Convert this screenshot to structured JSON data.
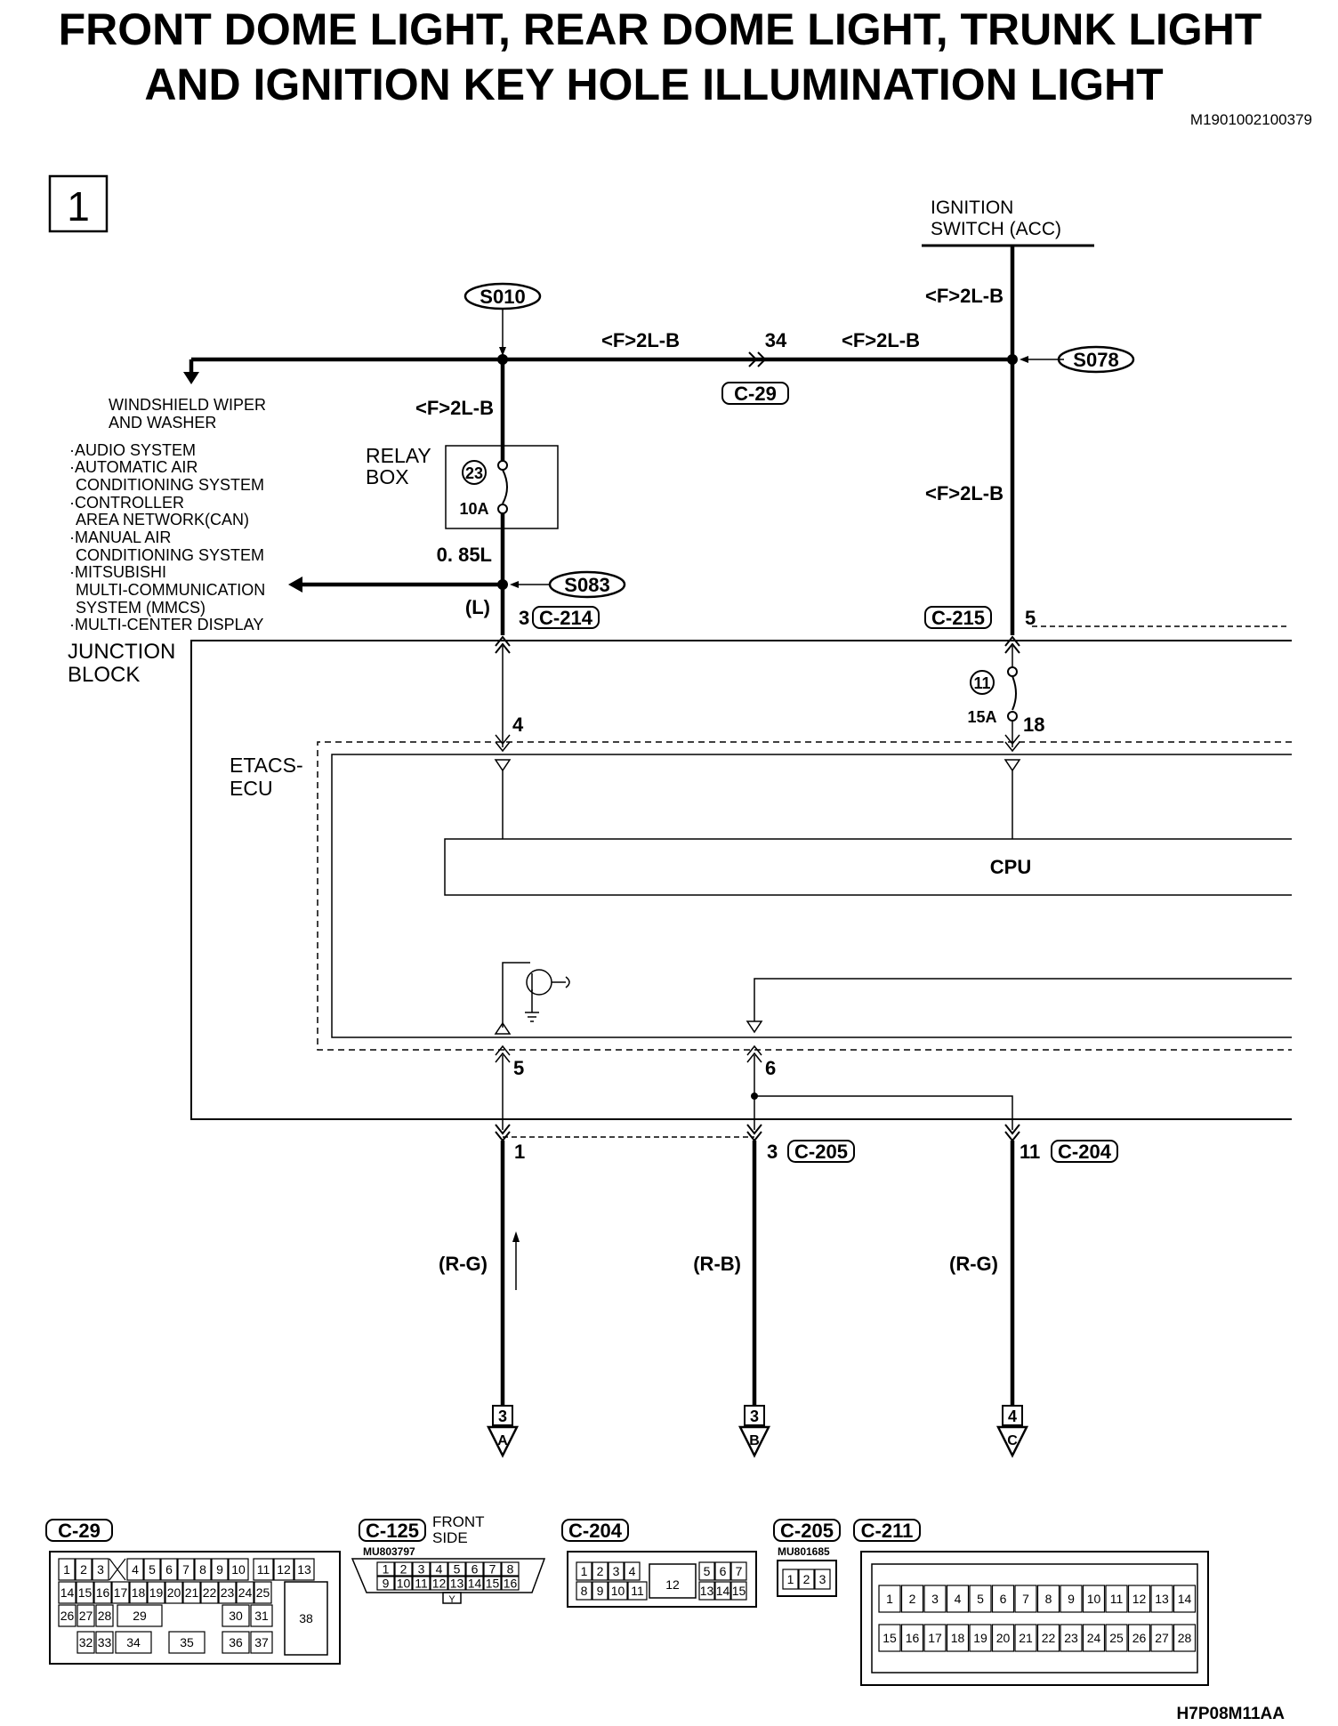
{
  "title": {
    "line1": "FRONT DOME LIGHT, REAR DOME LIGHT, TRUNK LIGHT",
    "line2": "AND IGNITION KEY HOLE ILLUMINATION LIGHT",
    "code": "M1901002100379"
  },
  "page_number": "1",
  "ignition_switch": {
    "line1": "IGNITION",
    "line2": "SWITCH (ACC)"
  },
  "wire_codes": {
    "f2lb": "<F>2L-B",
    "085l": "0. 85L",
    "l": "(L)",
    "rg": "(R-G)",
    "rb": "(R-B)"
  },
  "splices": {
    "s010": "S010",
    "s078": "S078",
    "s083": "S083"
  },
  "connectors": {
    "c29": "C-29",
    "c214": "C-214",
    "c215": "C-215",
    "c205": "C-205",
    "c204": "C-204",
    "c125": "C-125",
    "c211": "C-211"
  },
  "pins": {
    "p34": "34",
    "p3": "3",
    "p5": "5",
    "p4": "4",
    "p18": "18",
    "p6": "6",
    "p1": "1",
    "p11": "11"
  },
  "relay_box": {
    "line1": "RELAY",
    "line2": "BOX",
    "fuse_no": "23",
    "fuse_amp": "10A"
  },
  "junction_fuse": {
    "fuse_no": "11",
    "fuse_amp": "15A"
  },
  "left_labels": {
    "wiper1": "WINDSHIELD WIPER",
    "wiper2": "AND WASHER",
    "systems": [
      "·AUDIO SYSTEM",
      "·AUTOMATIC AIR",
      "CONDITIONING SYSTEM",
      "·CONTROLLER",
      "AREA NETWORK(CAN)",
      "·MANUAL AIR",
      "CONDITIONING SYSTEM",
      "·MITSUBISHI",
      "MULTI-COMMUNICATION",
      "SYSTEM (MMCS)",
      "·MULTI-CENTER DISPLAY"
    ]
  },
  "junction_block": {
    "line1": "JUNCTION",
    "line2": "BLOCK"
  },
  "etacs": {
    "line1": "ETACS-",
    "line2": "ECU"
  },
  "cpu": "CPU",
  "outputs": [
    {
      "page": "3",
      "letter": "A"
    },
    {
      "page": "3",
      "letter": "B"
    },
    {
      "page": "4",
      "letter": "C"
    }
  ],
  "connector_views": {
    "c125_note1": "FRONT",
    "c125_note2": "SIDE",
    "c125_part": "MU803797",
    "c125_y": "Y",
    "c205_part": "MU801685",
    "c29_rows": [
      [
        "1",
        "2",
        "3",
        "4",
        "5",
        "6",
        "7",
        "8",
        "9",
        "10",
        "11",
        "12",
        "13"
      ],
      [
        "14",
        "15",
        "16",
        "17",
        "18",
        "19",
        "20",
        "21",
        "22",
        "23",
        "24",
        "25"
      ],
      [
        "26",
        "27",
        "28",
        "29",
        "30",
        "31"
      ],
      [
        "32",
        "33",
        "34",
        "35",
        "36",
        "37"
      ]
    ],
    "c29_big": "38",
    "c125_rows": [
      [
        "1",
        "2",
        "3",
        "4",
        "5",
        "6",
        "7",
        "8"
      ],
      [
        "9",
        "10",
        "11",
        "12",
        "13",
        "14",
        "15",
        "16"
      ]
    ],
    "c204_rows": [
      [
        "1",
        "2",
        "3",
        "4",
        "5",
        "6",
        "7"
      ],
      [
        "8",
        "9",
        "10",
        "11",
        "13",
        "14",
        "15"
      ]
    ],
    "c204_big": "12",
    "c205_pins": [
      "1",
      "2",
      "3"
    ],
    "c211_rows": [
      [
        "1",
        "2",
        "3",
        "4",
        "5",
        "6",
        "7",
        "8",
        "9",
        "10",
        "11",
        "12",
        "13",
        "14"
      ],
      [
        "15",
        "16",
        "17",
        "18",
        "19",
        "20",
        "21",
        "22",
        "23",
        "24",
        "25",
        "26",
        "27",
        "28"
      ]
    ]
  },
  "footer_code": "H7P08M11AA"
}
